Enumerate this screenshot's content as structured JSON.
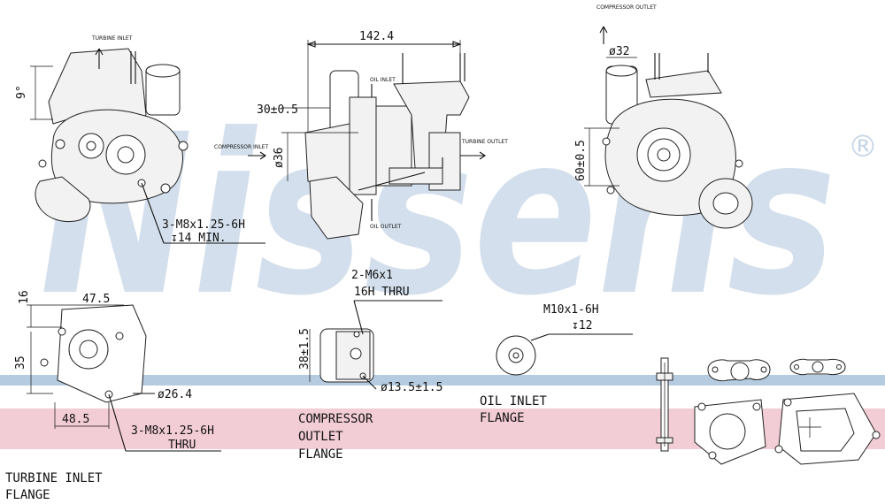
{
  "brand": {
    "watermark": "Nissens",
    "registered_mark": "®",
    "watermark_color": "#c5d5e6",
    "band_blue": "#b5cbe0",
    "band_pink": "#f3cdd6"
  },
  "views": {
    "left": {
      "turbine_inlet": "TURBINE INLET",
      "dim_angle": "9°",
      "callout_thread": "3-M8x1.25-6H",
      "callout_depth": "↧14 MIN."
    },
    "center": {
      "dim_length": "142.4",
      "dim_30": "30±0.5",
      "dim_36": "ø36",
      "oil_inlet": "OIL INLET",
      "oil_outlet": "OIL OUTLET",
      "compressor_inlet": "COMPRESSOR INLET",
      "turbine_outlet": "TURBINE OUTLET"
    },
    "right": {
      "compressor_outlet": "COMPRESSOR OUTLET",
      "dim_32": "ø32",
      "dim_60": "60±0.5"
    }
  },
  "flanges": {
    "turbine": {
      "dim_16": "16",
      "dim_47_5": "47.5",
      "dim_35": "35",
      "dim_26_4": "ø26.4",
      "dim_48_5": "48.5",
      "callout_line1": "3-M8x1.25-6H",
      "callout_line2": "THRU",
      "caption_line1": "TURBINE  INLET",
      "caption_line2": "FLANGE"
    },
    "compressor": {
      "callout_line1": "2-M6x1",
      "callout_line2": "16H THRU",
      "dim_38": "38±1.5",
      "dim_13_5": "ø13.5±1.5",
      "caption_line1": "COMPRESSOR",
      "caption_line2": "OUTLET",
      "caption_line3": "FLANGE"
    },
    "oil": {
      "callout_line1": "M10x1-6H",
      "callout_line2": "↧12",
      "caption_line1": "OIL INLET",
      "caption_line2": "FLANGE"
    }
  }
}
